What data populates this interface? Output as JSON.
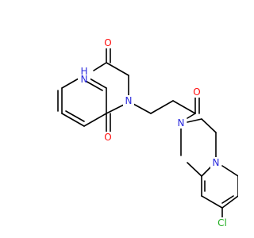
{
  "structure": {
    "atoms": {
      "nh": {
        "text": "H",
        "sub": "N",
        "color": "#2a2add"
      },
      "o_urea": {
        "text": "O",
        "color": "#ff0d0d"
      },
      "n_imide": {
        "text": "N",
        "color": "#2a2add"
      },
      "o_imide": {
        "text": "O",
        "color": "#ff0d0d"
      },
      "o_amide": {
        "text": "O",
        "color": "#ff0d0d"
      },
      "n_amide": {
        "text": "N",
        "color": "#2a2add"
      },
      "n_aryl": {
        "text": "N",
        "color": "#2a2add"
      },
      "cl": {
        "text": "Cl",
        "color": "#1fad1f"
      }
    }
  }
}
